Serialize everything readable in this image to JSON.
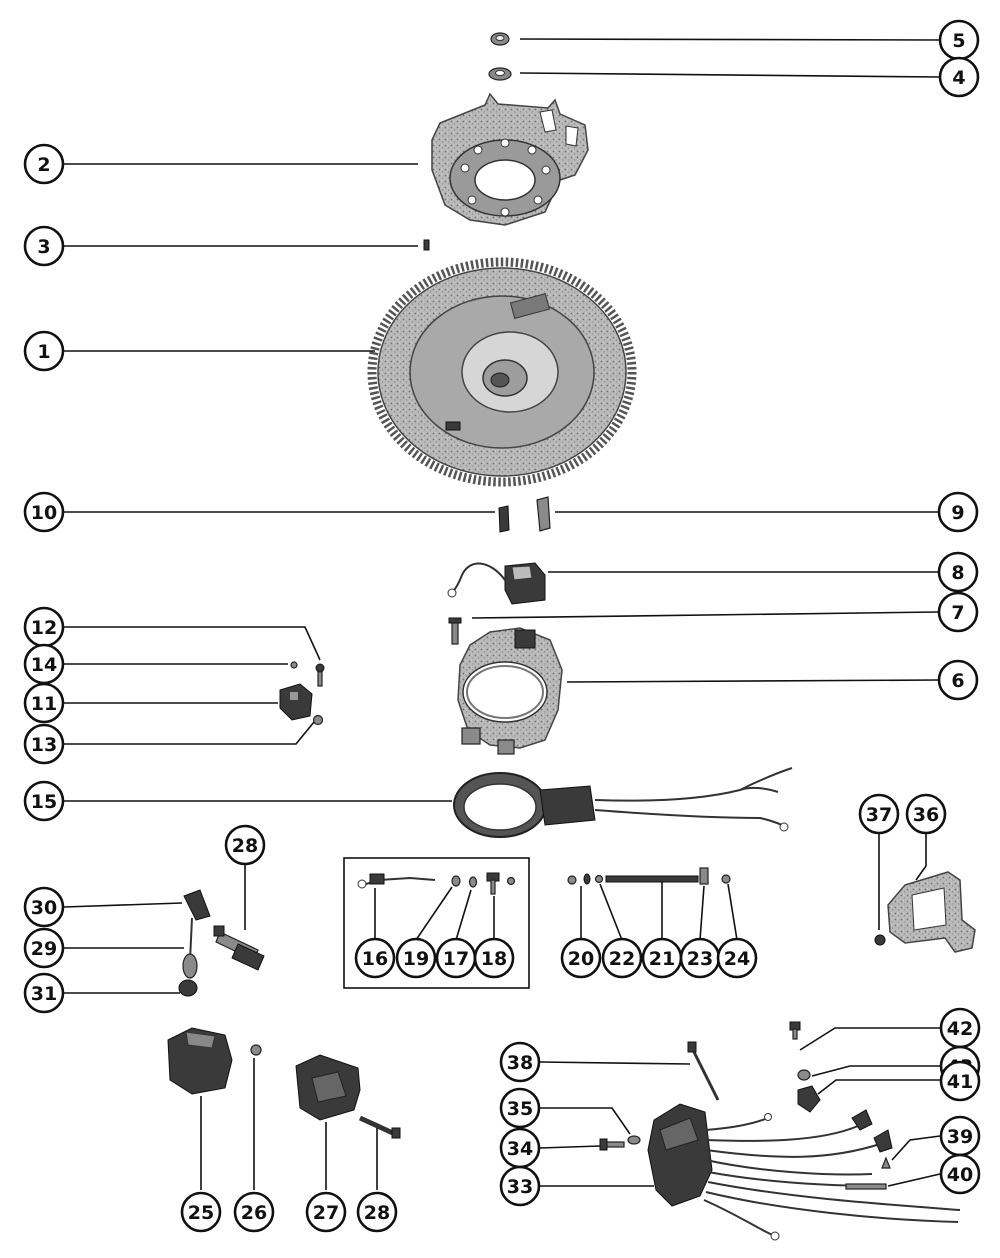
{
  "callouts": [
    {
      "id": "c5",
      "label": "5"
    },
    {
      "id": "c4",
      "label": "4"
    },
    {
      "id": "c2",
      "label": "2"
    },
    {
      "id": "c3",
      "label": "3"
    },
    {
      "id": "c1",
      "label": "1"
    },
    {
      "id": "c10",
      "label": "10"
    },
    {
      "id": "c9",
      "label": "9"
    },
    {
      "id": "c8",
      "label": "8"
    },
    {
      "id": "c7",
      "label": "7"
    },
    {
      "id": "c12",
      "label": "12"
    },
    {
      "id": "c14",
      "label": "14"
    },
    {
      "id": "c11",
      "label": "11"
    },
    {
      "id": "c13",
      "label": "13"
    },
    {
      "id": "c6",
      "label": "6"
    },
    {
      "id": "c15",
      "label": "15"
    },
    {
      "id": "c28a",
      "label": "28"
    },
    {
      "id": "c37",
      "label": "37"
    },
    {
      "id": "c36",
      "label": "36"
    },
    {
      "id": "c30",
      "label": "30"
    },
    {
      "id": "c29",
      "label": "29"
    },
    {
      "id": "c31",
      "label": "31"
    },
    {
      "id": "c16",
      "label": "16"
    },
    {
      "id": "c19",
      "label": "19"
    },
    {
      "id": "c17",
      "label": "17"
    },
    {
      "id": "c18",
      "label": "18"
    },
    {
      "id": "c20",
      "label": "20"
    },
    {
      "id": "c22",
      "label": "22"
    },
    {
      "id": "c21",
      "label": "21"
    },
    {
      "id": "c23",
      "label": "23"
    },
    {
      "id": "c24",
      "label": "24"
    },
    {
      "id": "c42",
      "label": "42"
    },
    {
      "id": "c43",
      "label": "43"
    },
    {
      "id": "c41",
      "label": "41"
    },
    {
      "id": "c38",
      "label": "38"
    },
    {
      "id": "c35",
      "label": "35"
    },
    {
      "id": "c34",
      "label": "34"
    },
    {
      "id": "c33",
      "label": "33"
    },
    {
      "id": "c39",
      "label": "39"
    },
    {
      "id": "c40",
      "label": "40"
    },
    {
      "id": "c25",
      "label": "25"
    },
    {
      "id": "c26",
      "label": "26"
    },
    {
      "id": "c27",
      "label": "27"
    },
    {
      "id": "c28b",
      "label": "28"
    }
  ]
}
